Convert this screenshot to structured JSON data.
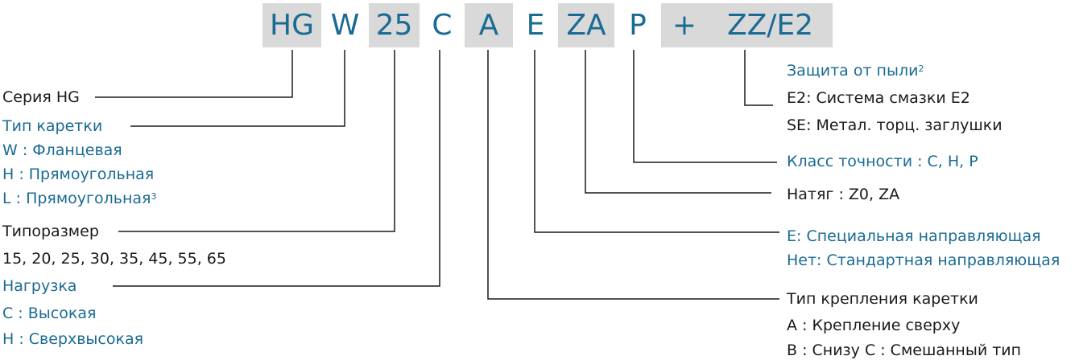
{
  "code": [
    {
      "text": "HG"
    },
    {
      "text": "W"
    },
    {
      "text": "25"
    },
    {
      "text": "C"
    },
    {
      "text": "A"
    },
    {
      "text": "E"
    },
    {
      "text": "ZA"
    },
    {
      "text": "P"
    },
    {
      "text": "+"
    },
    {
      "text": "ZZ/E2"
    }
  ],
  "left": {
    "series": "Серия HG",
    "carriage_type": {
      "title": "Тип каретки",
      "w": "W : Фланцевая",
      "h": "H : Прямоугольная",
      "l": "L : Прямоугольная",
      "l_note": "3"
    },
    "size": {
      "title": "Типоразмер",
      "values": "15, 20, 25, 30, 35, 45, 55, 65"
    },
    "load": {
      "title": "Нагрузка",
      "c": "C : Высокая",
      "h": "H : Сверхвысокая"
    }
  },
  "right": {
    "dust": {
      "title": "Защита от пыли",
      "note": "2",
      "e2": "E2: Система смазки E2",
      "se": "SE: Метал. торц. заглушки"
    },
    "accuracy": "Класс точности : C, H, P",
    "preload": "Натяг : Z0, ZA",
    "rail": {
      "e": "E: Специальная направляющая",
      "none": "Нет: Стандартная направляющая"
    },
    "mount": {
      "title": "Тип крепления каретки",
      "a": "A : Крепление сверху",
      "bc": "B : Снизу  C : Смешанный тип"
    }
  },
  "colors": {
    "accent": "#1a6b93",
    "text": "#1a1a1a",
    "box": "#d9d9d9",
    "line": "#1a1a1a"
  }
}
